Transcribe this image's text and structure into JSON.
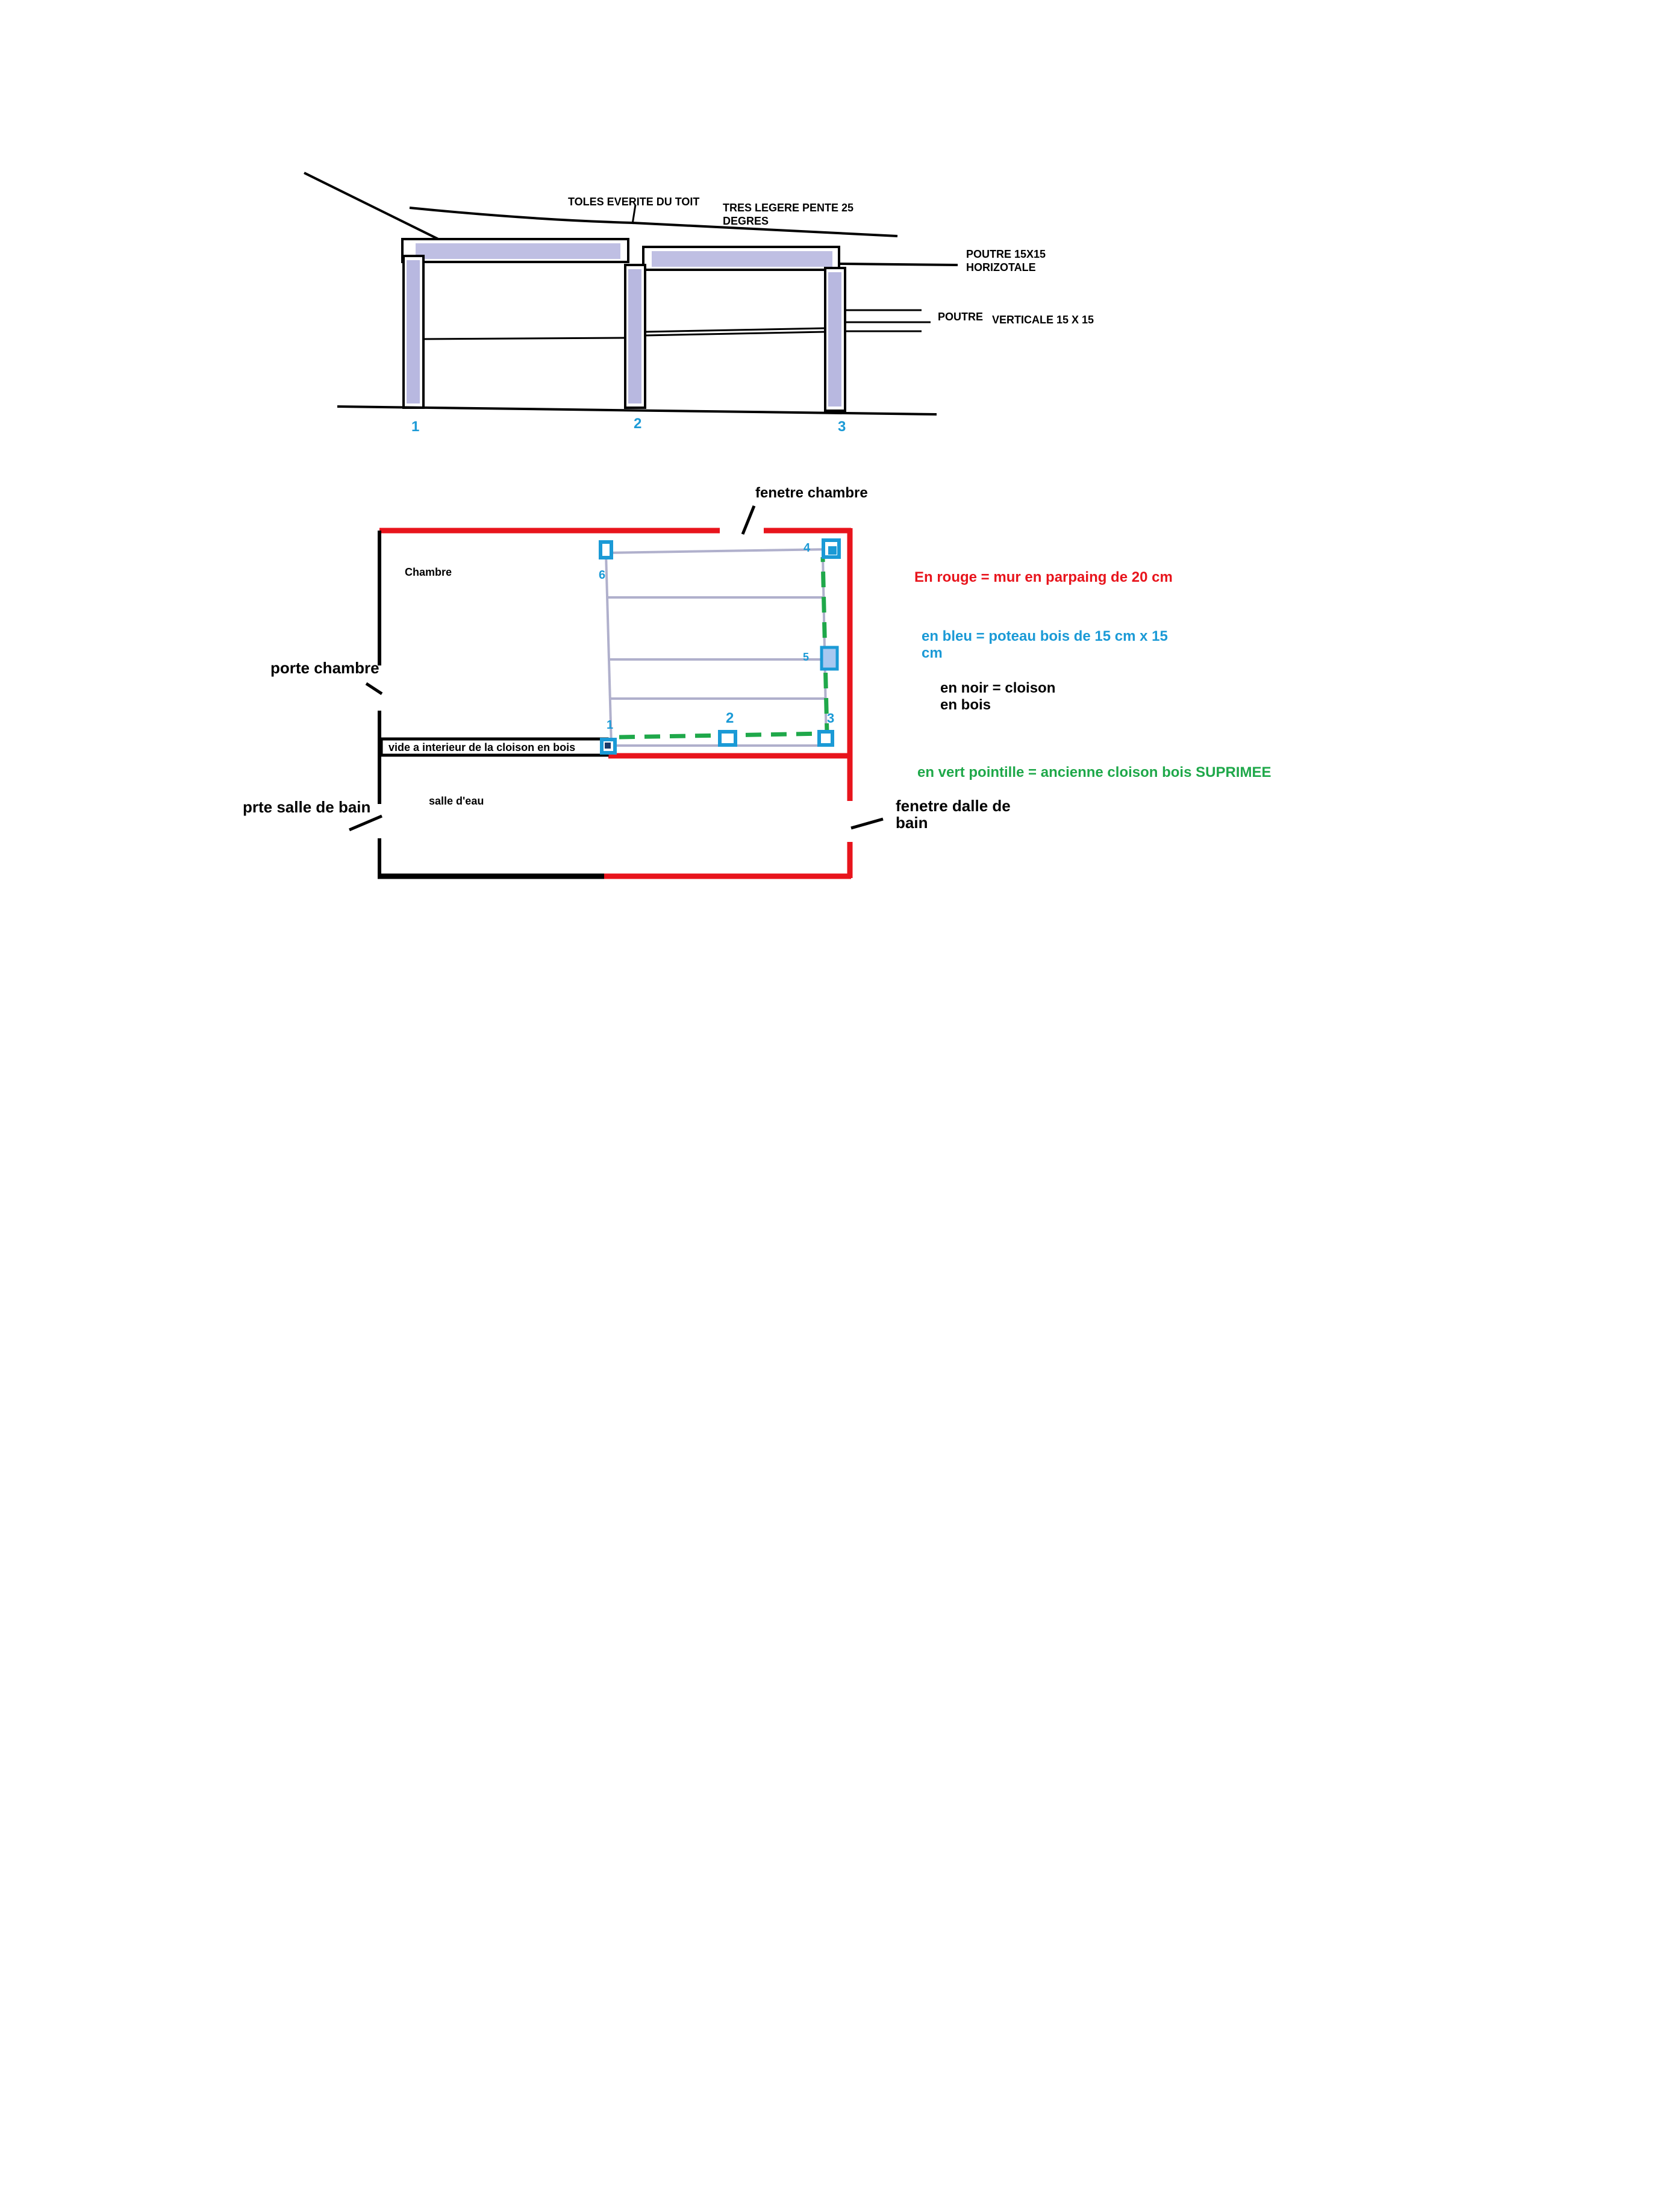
{
  "elevation": {
    "roof_label": "TOLES EVERITE DU TOIT",
    "slope_label_line1": "TRES LEGERE PENTE 25",
    "slope_label_line2": "DEGRES",
    "beam_h_line1": "POUTRE 15X15",
    "beam_h_line2": "HORIZOTALE",
    "beam_v_part1": "POUTRE",
    "beam_v_part2": "VERTICALE 15 X 15",
    "post_numbers": [
      "1",
      "2",
      "3"
    ]
  },
  "plan": {
    "window_bedroom": "fenetre chambre",
    "bedroom": "Chambre",
    "door_bedroom": "porte chambre",
    "gap_label": "vide a interieur de la cloison en bois",
    "shower_room": "salle d'eau",
    "door_bathroom": "prte salle de bain",
    "window_bathroom_line1": "fenetre dalle de",
    "window_bathroom_line2": "bain",
    "post_numbers": [
      "1",
      "2",
      "3",
      "4",
      "5",
      "6"
    ]
  },
  "legend": {
    "red": "En rouge = mur en parpaing de 20 cm",
    "blue_line1": "en bleu = poteau bois de 15 cm x 15",
    "blue_line2": "cm",
    "black_line1": "en noir = cloison",
    "black_line2": "en bois",
    "green": "en vert pointille = ancienne cloison bois SUPRIMEE"
  },
  "colors": {
    "wall_red": "#e8141c",
    "post_blue": "#1b9ad6",
    "partition_black": "#000000",
    "removed_green": "#1fa84a",
    "beam_lavender": "#b8b8e0",
    "joist_gray": "#b0b0cc"
  }
}
